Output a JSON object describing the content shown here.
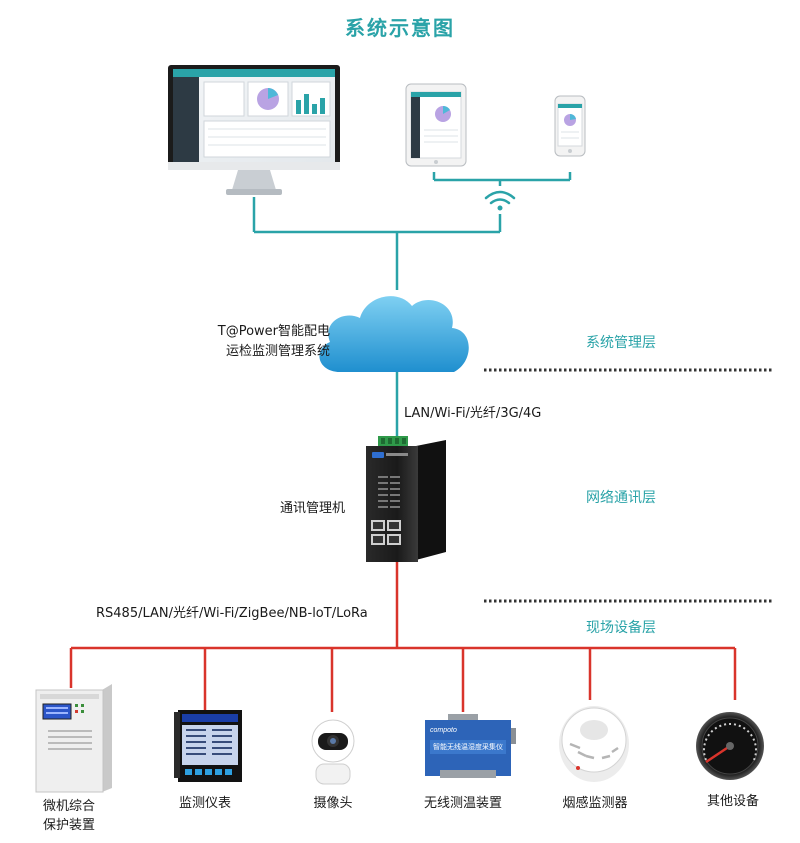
{
  "title": "系统示意图",
  "layers": {
    "management": "系统管理层",
    "network": "网络通讯层",
    "field": "现场设备层"
  },
  "cloud_label": {
    "line1": "T@Power智能配电",
    "line2": "运检监测管理系统"
  },
  "gateway_label": "通讯管理机",
  "uplink_protocols": "LAN/Wi-Fi/光纤/3G/4G",
  "downlink_protocols": "RS485/LAN/光纤/Wi-Fi/ZigBee/NB-loT/LoRa",
  "devices": [
    {
      "line1": "微机综合",
      "line2": "保护装置"
    },
    {
      "line1": "监测仪表",
      "line2": ""
    },
    {
      "line1": "摄像头",
      "line2": ""
    },
    {
      "line1": "无线测温装置",
      "line2": ""
    },
    {
      "line1": "烟感监测器",
      "line2": ""
    },
    {
      "line1": "其他设备",
      "line2": ""
    }
  ],
  "device_texts": {
    "sensor_brand": "compoto",
    "sensor_title": "智能无线温湿度采集仪"
  },
  "colors": {
    "teal": "#2aa3a8",
    "red": "#d9342b",
    "cloud": "#3aa7d8",
    "dark": "#2b2b2b"
  }
}
